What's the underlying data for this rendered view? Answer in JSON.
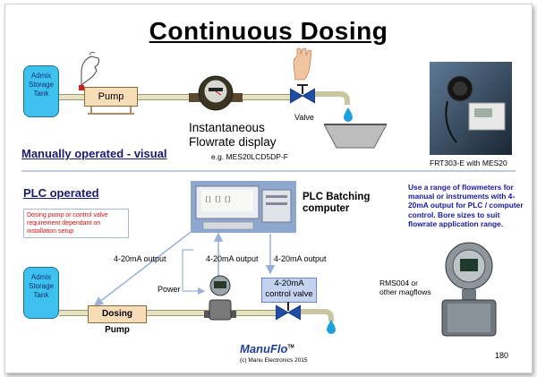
{
  "title": "Continuous Dosing",
  "manual": {
    "tank_label": "Admix Storage Tank",
    "pump_label": "Pump",
    "meter_caption_line1": "Instantaneous",
    "meter_caption_line2": "Flowrate display",
    "meter_example": "e.g. MES20LCD5DP-F",
    "valve_label": "Valve",
    "section_label": "Manually operated - visual",
    "photo_caption": "FRT303-E with MES20"
  },
  "plc": {
    "section_label": "PLC operated",
    "note": "Dosing pump or control valve requirement dependant on installation setup",
    "computer_label_line1": "PLC Batching",
    "computer_label_line2": "computer",
    "info_text": "Use a range of flowmeters for manual or instruments with 4-20mA output for PLC / computer control. Bore sizes to suit flowrate application range.",
    "output_label_1": "4-20mA output",
    "output_label_2": "4-20mA output",
    "output_label_3": "4-20mA output",
    "power_label": "Power",
    "control_valve_line1": "4-20mA",
    "control_valve_line2": "control valve",
    "tank_label": "Admix Storage Tank",
    "dosing_pump_label": "Dosing Pump",
    "rms_caption": "RMS004 or other magflows"
  },
  "footer": {
    "logo": "ManuFlo",
    "logo_tm": "TM",
    "copyright": "(c) Manu Electronics 2015",
    "page_number": "180"
  },
  "colors": {
    "tank_fill": "#3fc1f0",
    "pump_fill": "#f7dcb8",
    "valve_fill": "#1e4ea8",
    "info_text": "#1a1a9e",
    "note_text": "#d01010",
    "logo": "#1f3f9f"
  },
  "icons": [
    "hand-icon",
    "pump-icon",
    "water-meter-icon",
    "valve-icon",
    "water-drop-icon",
    "basin-icon",
    "computer-icon",
    "transmitter-icon",
    "arrow-icon"
  ]
}
